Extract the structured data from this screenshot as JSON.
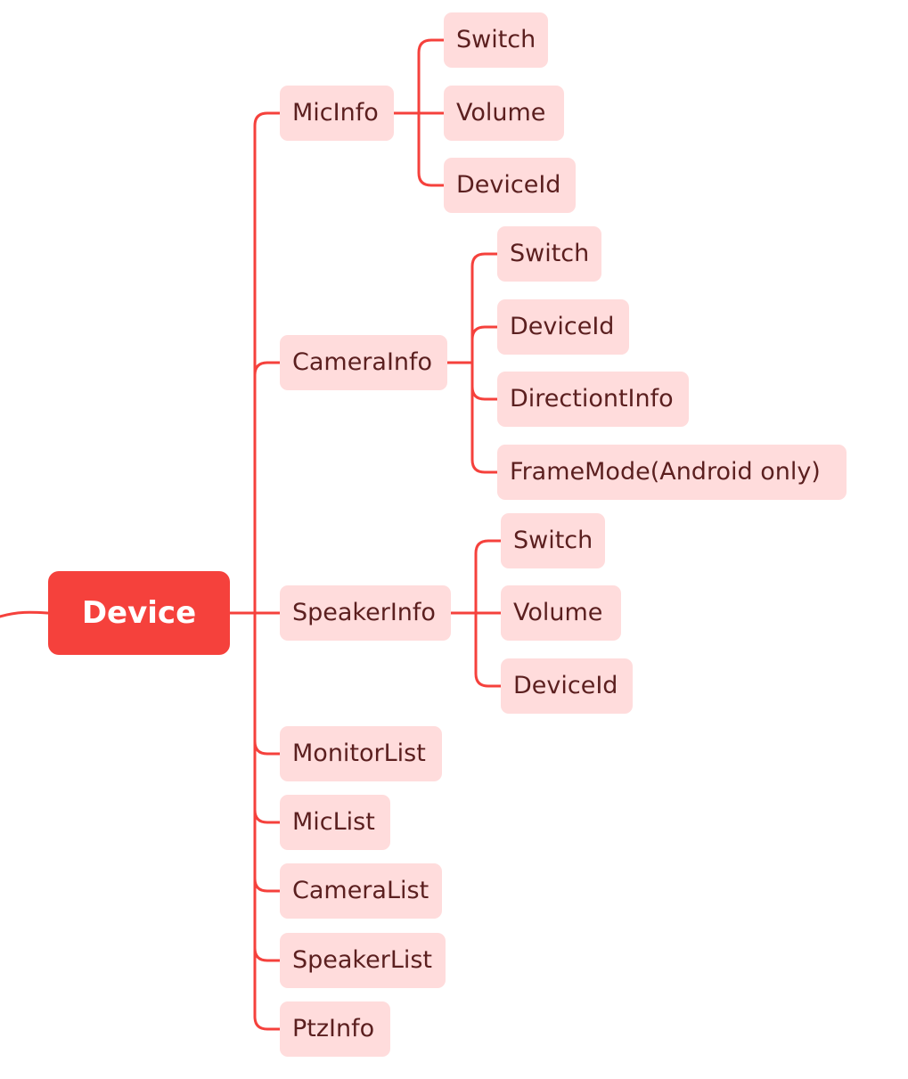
{
  "colors": {
    "line": "#f5413c",
    "root_fill": "#f5413c",
    "node_fill": "#ffdcdc",
    "node_text": "#5b1f1f"
  },
  "root": {
    "label": "Device"
  },
  "mic_info": {
    "label": "MicInfo",
    "children": [
      "Switch",
      "Volume",
      "DeviceId"
    ]
  },
  "camera_info": {
    "label": "CameraInfo",
    "children": [
      "Switch",
      "DeviceId",
      "DirectiontInfo",
      "FrameMode(Android only)"
    ]
  },
  "speaker_info": {
    "label": "SpeakerInfo",
    "children": [
      "Switch",
      "Volume",
      "DeviceId"
    ]
  },
  "lists": [
    "MonitorList",
    "MicList",
    "CameraList",
    "SpeakerList",
    "PtzInfo"
  ]
}
